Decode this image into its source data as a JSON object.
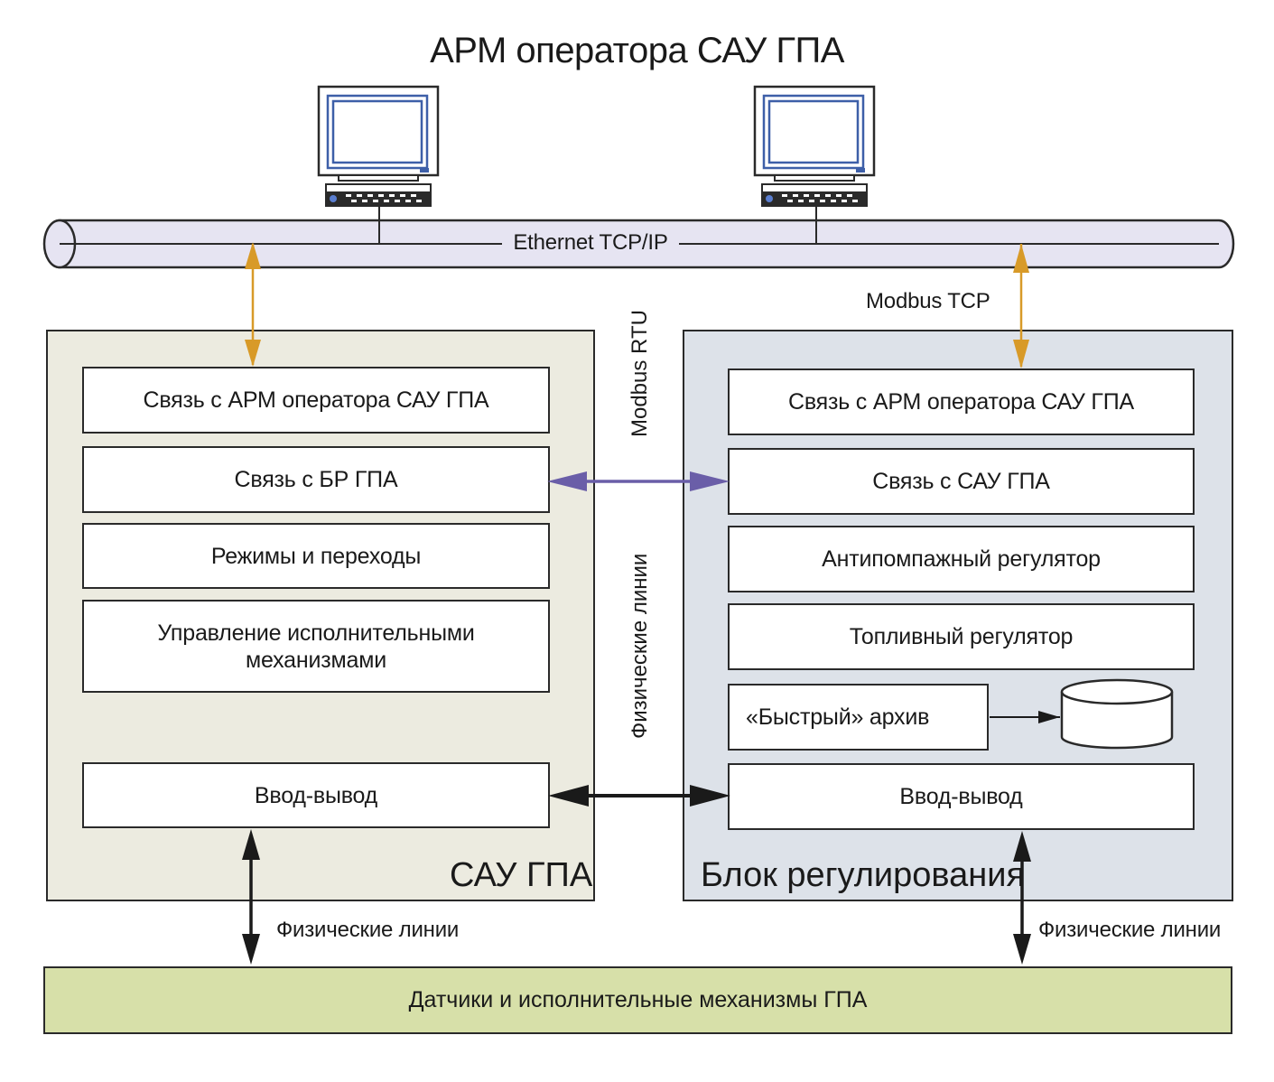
{
  "title": "АРМ оператора САУ ГПА",
  "network": {
    "bus_label": "Ethernet TCP/IP",
    "modbus_tcp": "Modbus TCP",
    "modbus_rtu": "Modbus RTU",
    "physical_lines_vertical": "Физические линии"
  },
  "sau": {
    "label": "САУ ГПА",
    "blocks": [
      "Связь с АРМ оператора САУ ГПА",
      "Связь с БР ГПА",
      "Режимы и переходы",
      "Управление исполнительными механизмами",
      "Ввод-вывод"
    ]
  },
  "br": {
    "label": "Блок регулирования",
    "blocks": [
      "Связь с АРМ оператора САУ ГПА",
      "Связь с САУ ГПА",
      "Антипомпажный регулятор",
      "Топливный регулятор",
      "«Быстрый» архив",
      "Ввод-вывод"
    ]
  },
  "physical_lines_left": "Физические линии",
  "physical_lines_right": "Физические линии",
  "bottom": "Датчики и исполнительные механизмы ГПА",
  "colors": {
    "bus_fill": "#e6e4f2",
    "sau_panel": "#ecebe0",
    "br_panel": "#dde2e9",
    "sensors_bar": "#d7e0a9",
    "arrow_orange": "#d89a28",
    "arrow_purple": "#6a5ea8",
    "arrow_black": "#1a1a1a",
    "monitor_frame": "#3d5fa8"
  }
}
